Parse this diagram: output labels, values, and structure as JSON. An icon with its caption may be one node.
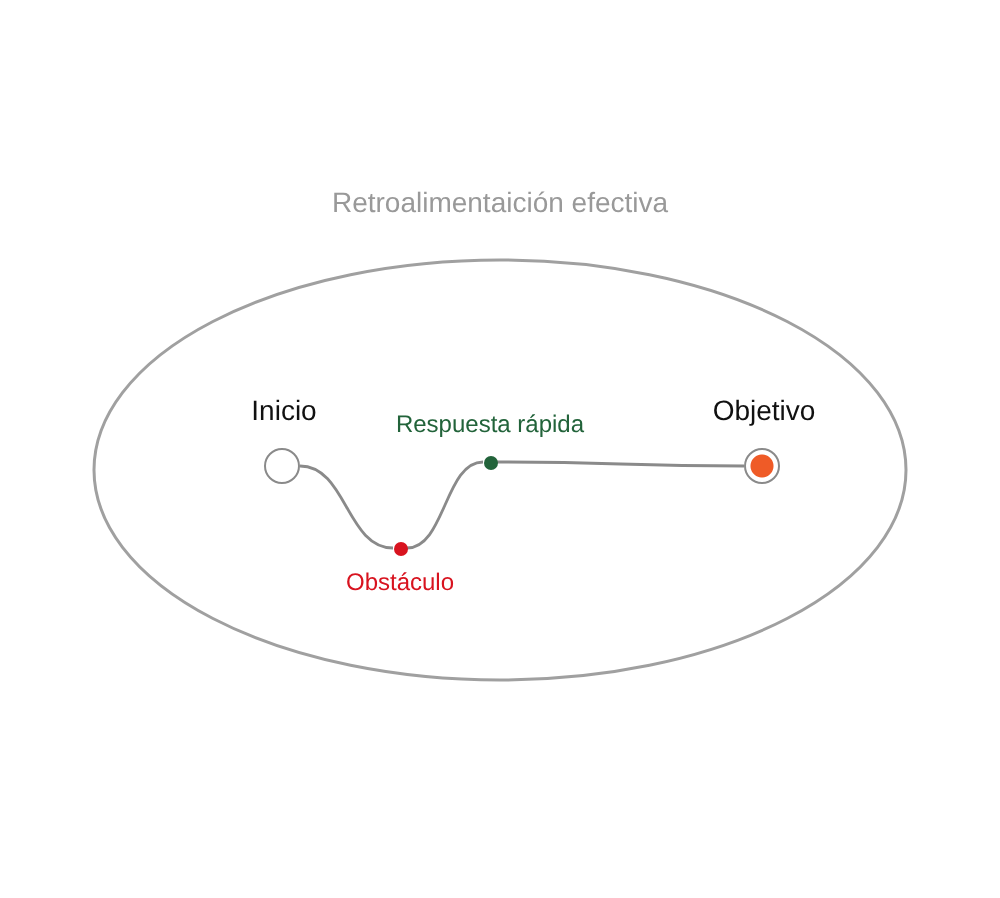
{
  "diagram": {
    "nodes": [
      {
        "text": [
          "Retroalimentaición efectiva"
        ]
      },
      {
        "text": [
          "Inicio"
        ],
        "in": 0
      },
      {
        "text": [
          "Obstáculo"
        ],
        "in": 0
      },
      {
        "text": [
          "Respuesta rápida"
        ],
        "in": 0
      },
      {
        "text": [
          "Objetivo"
        ],
        "in": 0
      }
    ],
    "edges": [
      {
        "from": 1,
        "to": 2,
        "arrow": "none"
      },
      {
        "from": 2,
        "to": 3,
        "arrow": "none"
      },
      {
        "from": 3,
        "to": 4,
        "arrow": "none"
      }
    ]
  }
}
